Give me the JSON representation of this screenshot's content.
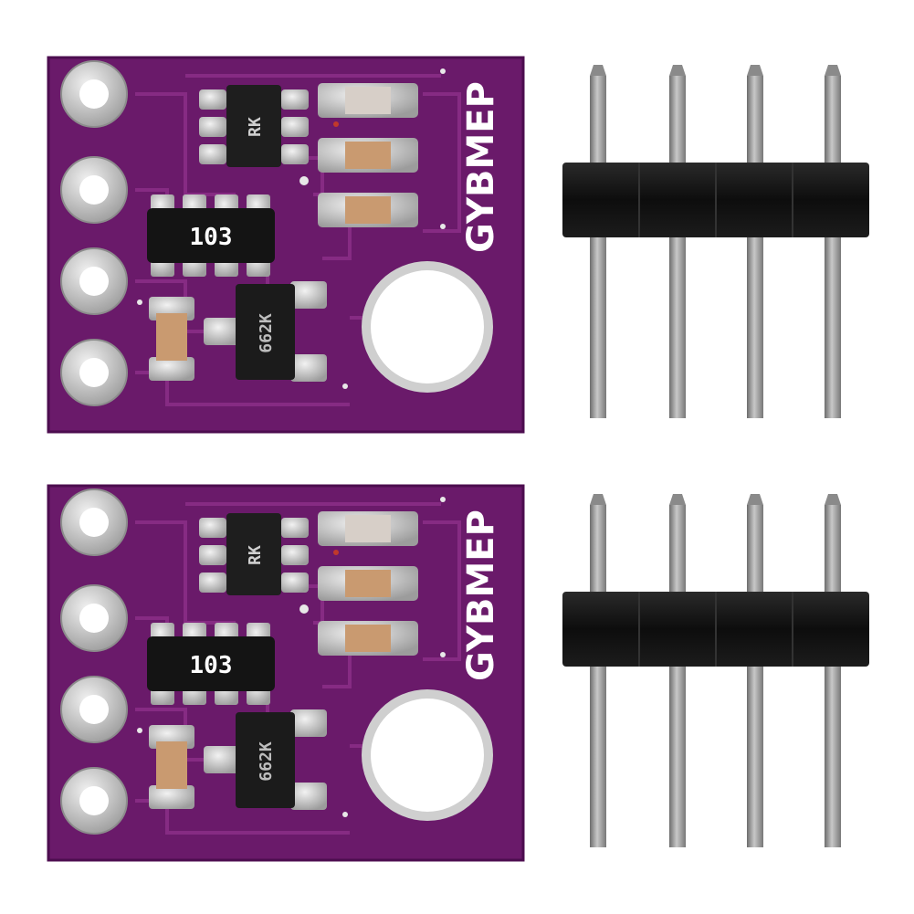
{
  "colors": {
    "background": "#ffffff",
    "pcb": "#6a1a6a",
    "pcb_edge": "#4f0f52",
    "trace": "#8a2d86",
    "pad_silver": "#cfcfcf",
    "chip_black": "#1a1a1a",
    "capacitor_tan": "#c99a70",
    "header_plastic": "#111111",
    "header_pin": "#9a9a9a"
  },
  "modules": [
    {
      "board_label": "GYBMEP",
      "resistor_array_label": "103",
      "sensor_chip_label": "RK",
      "regulator_label": "662K"
    },
    {
      "board_label": "GYBMEP",
      "resistor_array_label": "103",
      "sensor_chip_label": "RK",
      "regulator_label": "662K"
    }
  ],
  "headers": [
    {
      "pin_count": 4
    },
    {
      "pin_count": 4
    }
  ]
}
